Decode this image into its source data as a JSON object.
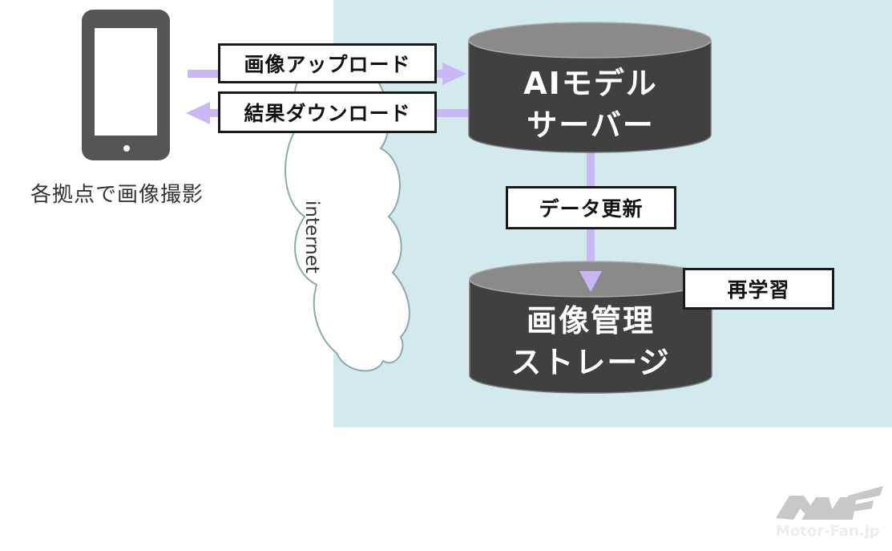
{
  "diagram": {
    "device": {
      "caption": "各拠点で画像撮影"
    },
    "network": {
      "label": "internet"
    },
    "flows": {
      "upload": "画像アップロード",
      "download": "結果ダウンロード",
      "update": "データ更新",
      "retrain": "再学習"
    },
    "nodes": {
      "ai_server": {
        "line1": "AIモデル",
        "line2": "サーバー"
      },
      "storage": {
        "line1": "画像管理",
        "line2": "ストレージ"
      }
    },
    "colors": {
      "region_bg": "#d3eaec",
      "cylinder_body": "#404040",
      "cylinder_top": "#8a8a8a",
      "arrow": "#c9b8f5",
      "cloud_stroke": "#8aa9ad"
    }
  },
  "watermark": {
    "text": "Motor-Fan.jp"
  }
}
